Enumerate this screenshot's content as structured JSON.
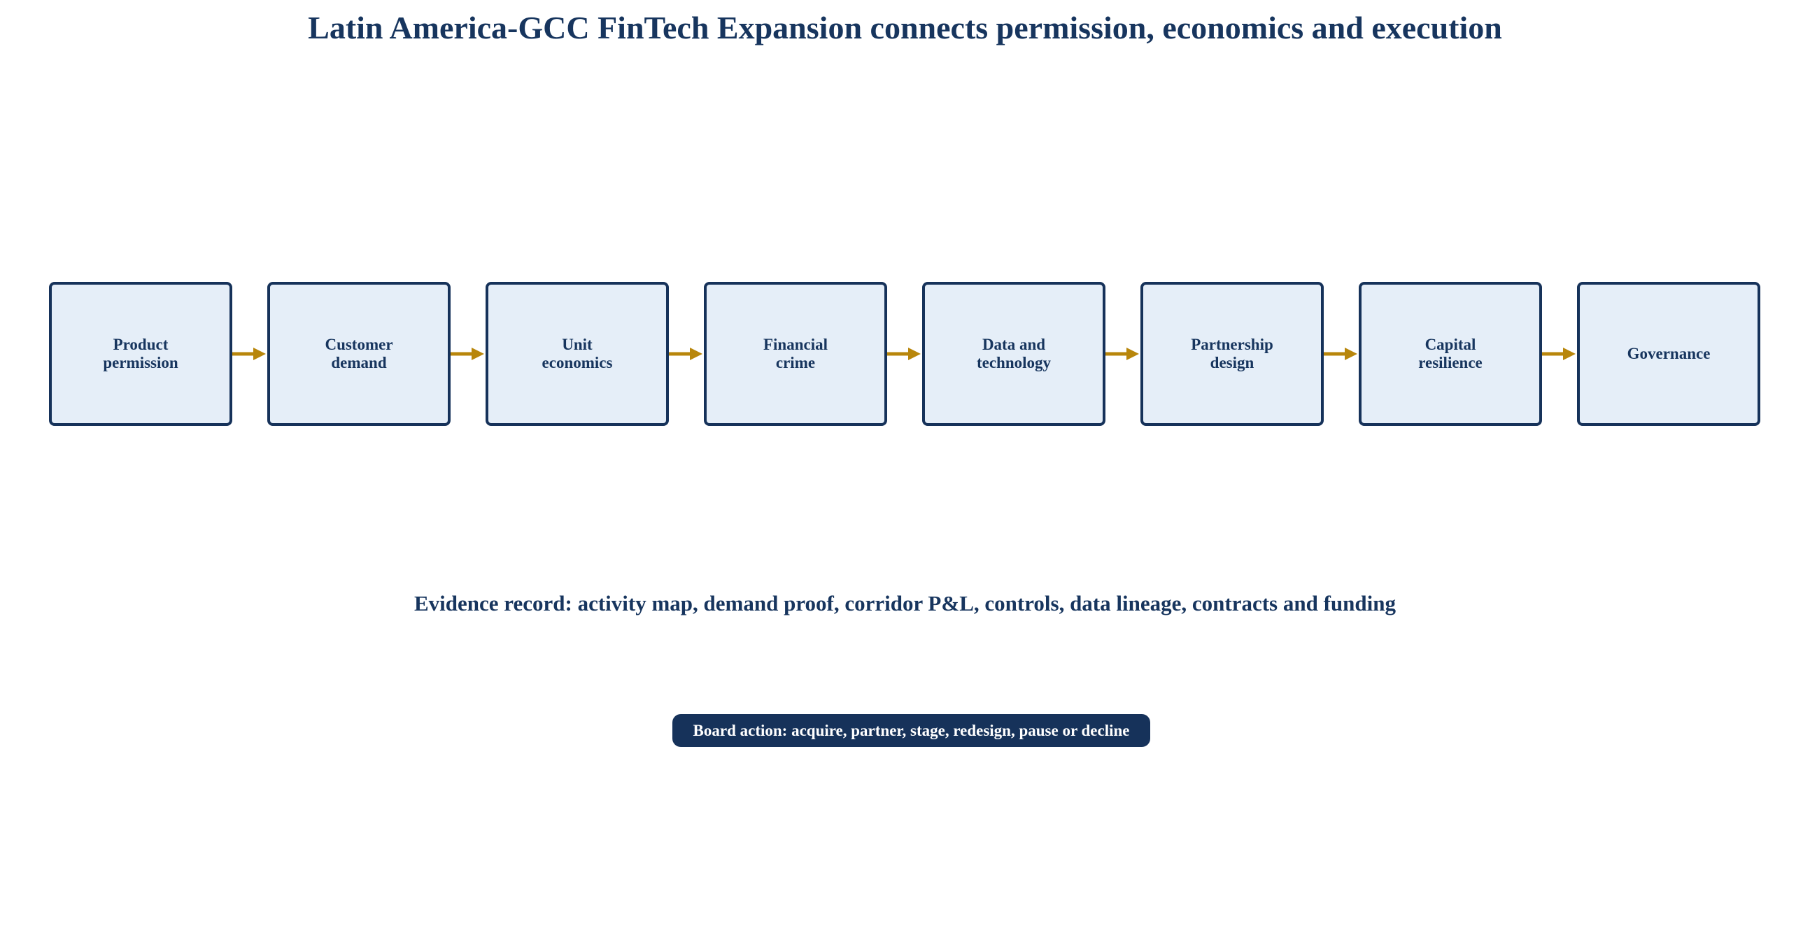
{
  "diagram": {
    "title": "Latin America-GCC FinTech Expansion connects permission, economics and execution",
    "stages": [
      {
        "label": "Product\npermission"
      },
      {
        "label": "Customer\ndemand"
      },
      {
        "label": "Unit\neconomics"
      },
      {
        "label": "Financial\ncrime"
      },
      {
        "label": "Data and\ntechnology"
      },
      {
        "label": "Partnership\ndesign"
      },
      {
        "label": "Capital\nresilience"
      },
      {
        "label": "Governance"
      }
    ],
    "evidence": "Evidence record: activity map, demand proof, corridor P&L, controls, data lineage, contracts and funding",
    "board_action": "Board action: acquire, partner, stage, redesign, pause or decline",
    "colors": {
      "box_fill": "#e5eef8",
      "box_border": "#16325a",
      "arrow": "#b8860b",
      "text": "#17355e",
      "action_fill": "#16325a"
    }
  }
}
